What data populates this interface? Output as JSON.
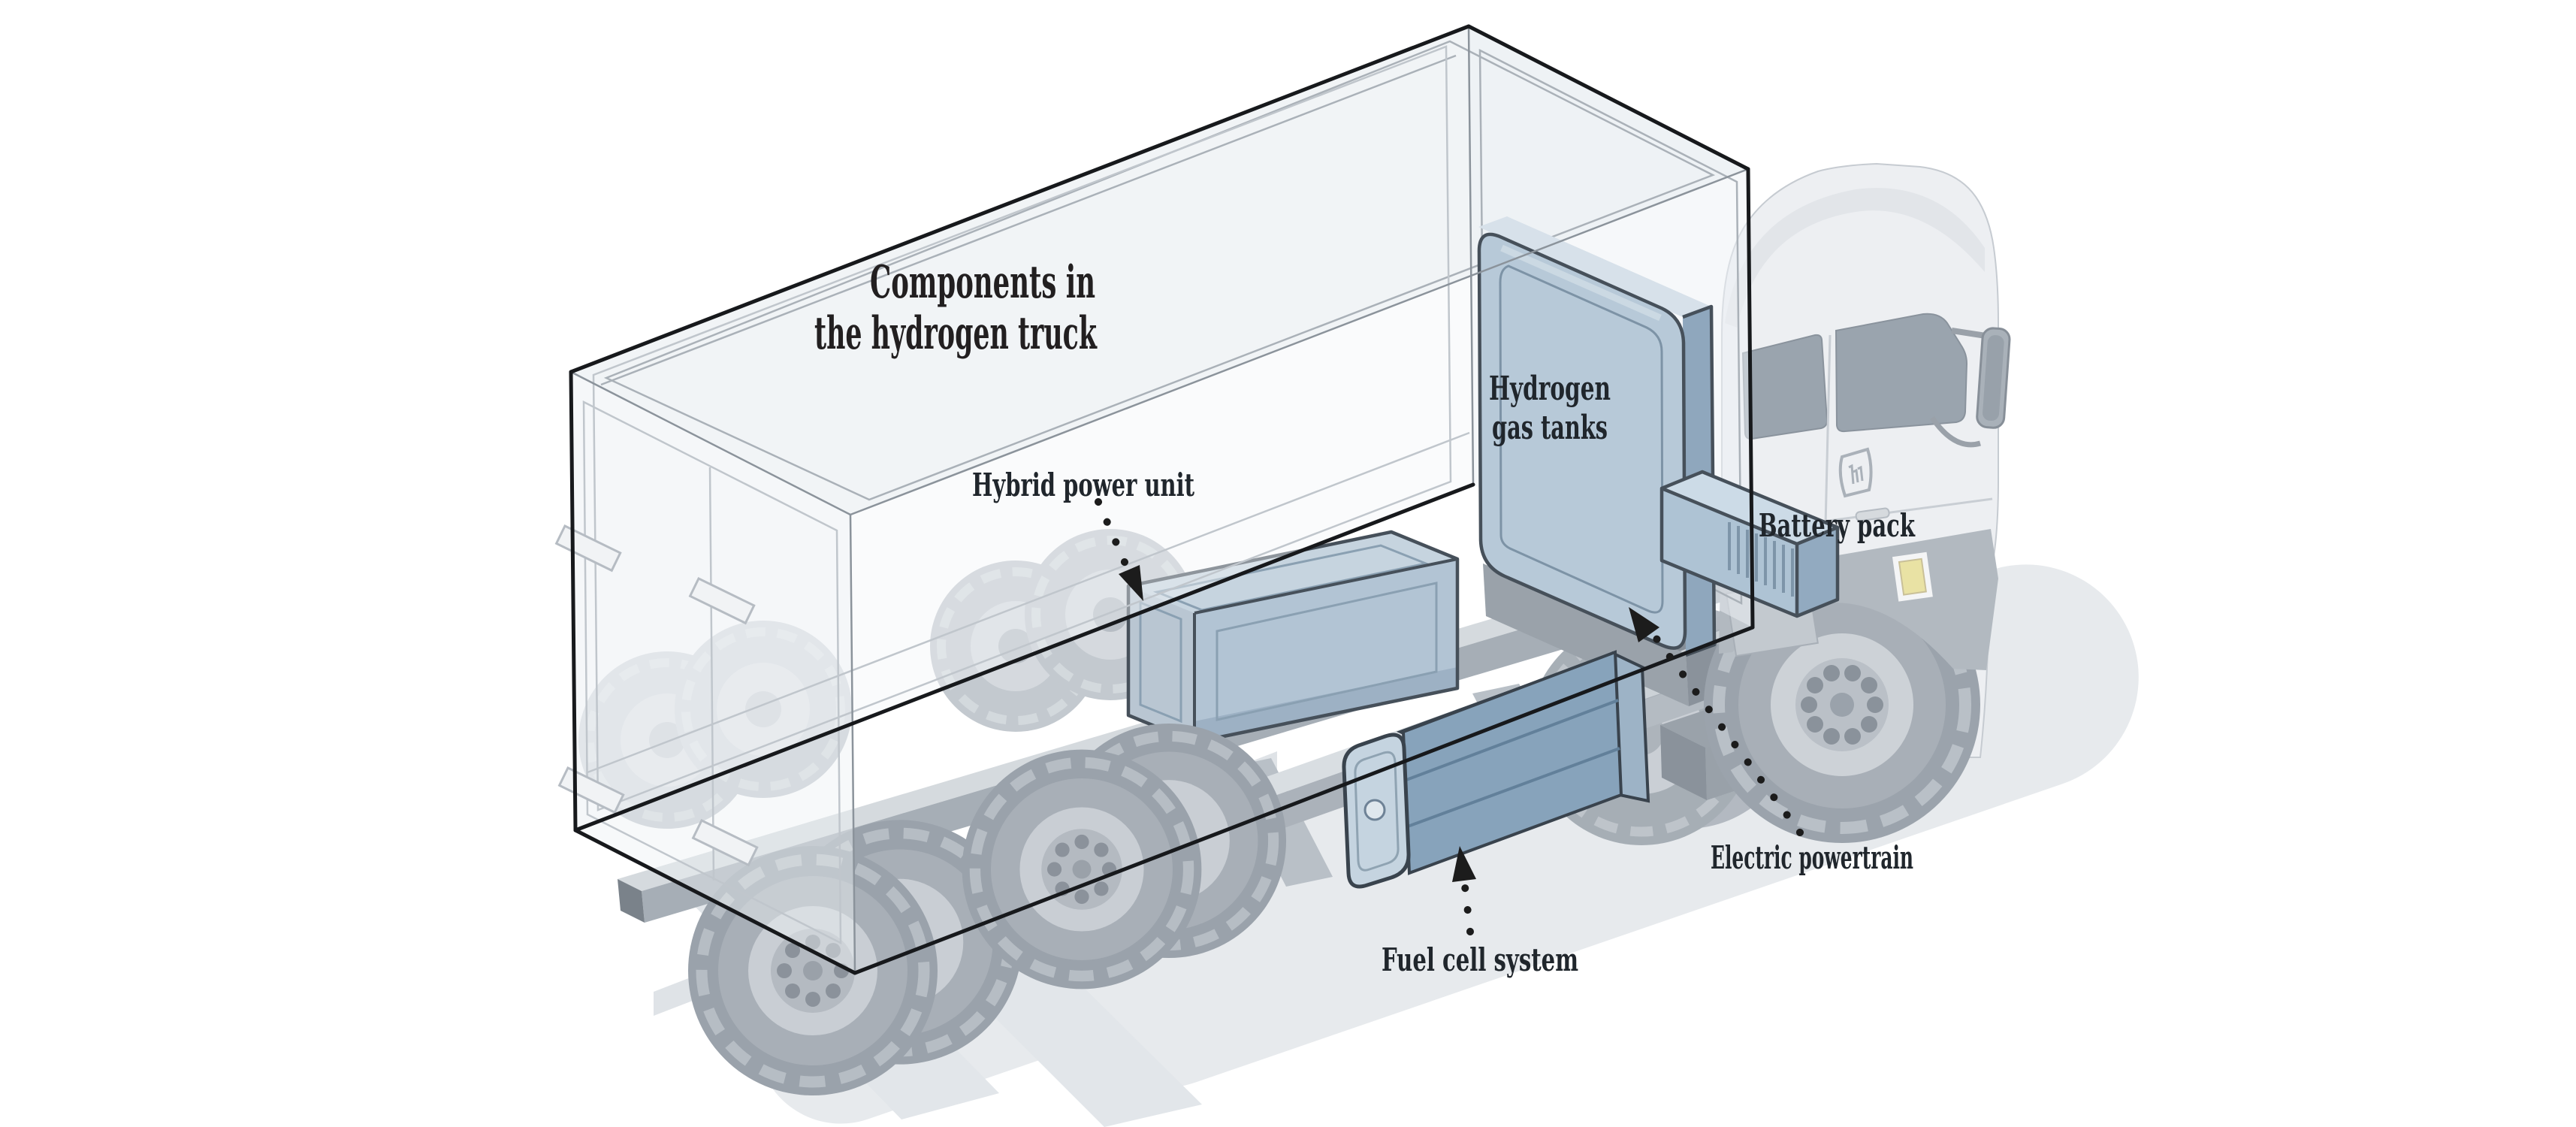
{
  "title": {
    "line1": "Components in",
    "line2": "the hydrogen truck"
  },
  "labels": {
    "hybrid_power_unit": "Hybrid power unit",
    "hydrogen_line1": "Hydrogen",
    "hydrogen_line2": "gas tanks",
    "battery_pack": "Battery pack",
    "electric_powertrain": "Electric powertrain",
    "fuel_cell_system": "Fuel cell system"
  },
  "components": [
    {
      "name": "hybrid-power-unit",
      "label": "Hybrid power unit"
    },
    {
      "name": "hydrogen-gas-tanks",
      "label": "Hydrogen gas tanks"
    },
    {
      "name": "battery-pack",
      "label": "Battery pack"
    },
    {
      "name": "electric-powertrain",
      "label": "Electric powertrain"
    },
    {
      "name": "fuel-cell-system",
      "label": "Fuel cell system"
    }
  ],
  "colors": {
    "background": "#ffffff",
    "text": "#221f20",
    "component_blue_top": "#cddbe6",
    "component_blue_face": "#b2c4d4",
    "component_blue_dark": "#8fa7bd",
    "component_outline": "#46505a",
    "truck_body": "#edeff2",
    "glass_fill": "#eef1f4",
    "wheel_gray": "#9aa2ab",
    "chassis_gray": "#aab1b9",
    "shadow_gray": "#e7eaed",
    "marker_yellow": "#e9e2a4"
  }
}
